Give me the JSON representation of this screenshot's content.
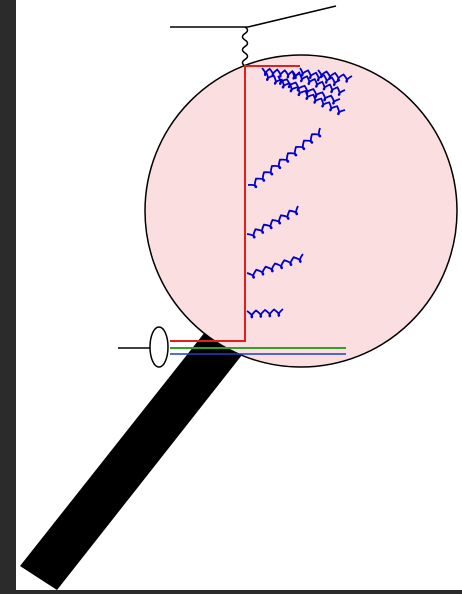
{
  "diagram": {
    "type": "feynman-magnifier",
    "colors": {
      "page_background": "#2b2b2b",
      "canvas_background": "#ffffff",
      "lens_fill": "#fbdfe0",
      "lens_stroke": "#000000",
      "handle": "#000000",
      "gluon": "#0000cc",
      "quark_line": "#e0201c",
      "proton_line_green": "#33a02c",
      "proton_line_blue": "#1f3fbf",
      "lepton": "#000000",
      "photon": "#000000"
    },
    "icons": [
      "magnifying-glass-icon",
      "photon-wavy-line",
      "gluon-curly-line",
      "proton-ellipse"
    ],
    "gluon_count": 10
  }
}
